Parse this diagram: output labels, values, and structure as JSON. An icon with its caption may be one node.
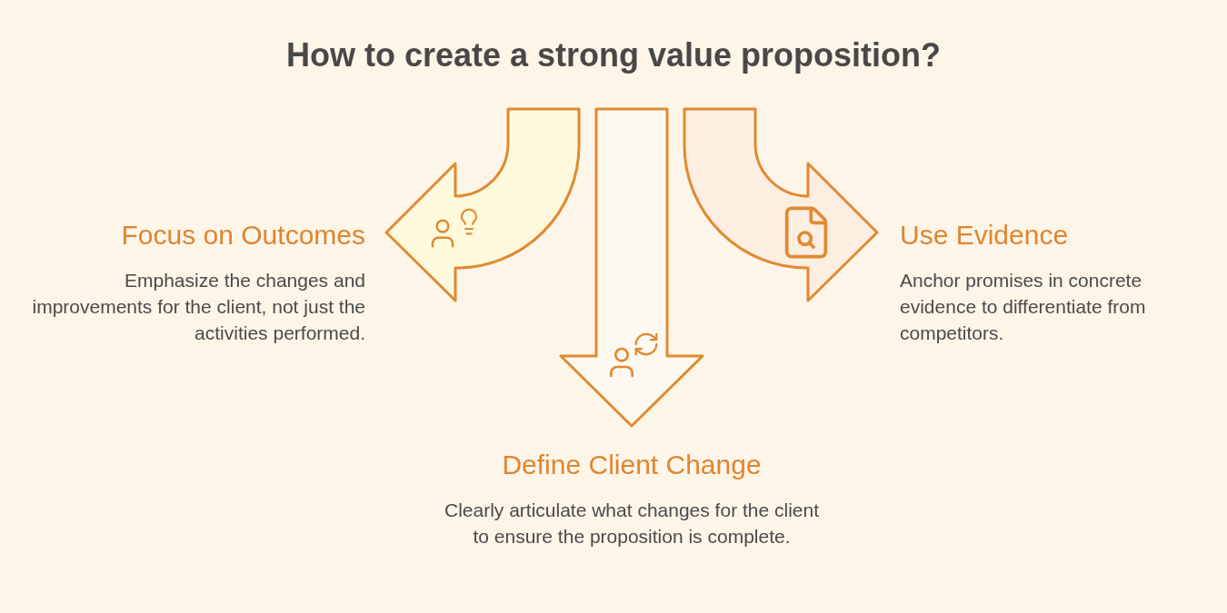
{
  "diagram": {
    "title": "How to create a strong value proposition?",
    "labels": [
      "Focus on Outcomes",
      "Emphasize the changes and improvements for the client, not just the activities performed.",
      "Use Evidence",
      "Anchor promises in concrete evidence to differentiate from competitors.",
      "Define Client Change",
      "Clearly articulate what changes for the client to ensure the proposition is complete."
    ]
  }
}
